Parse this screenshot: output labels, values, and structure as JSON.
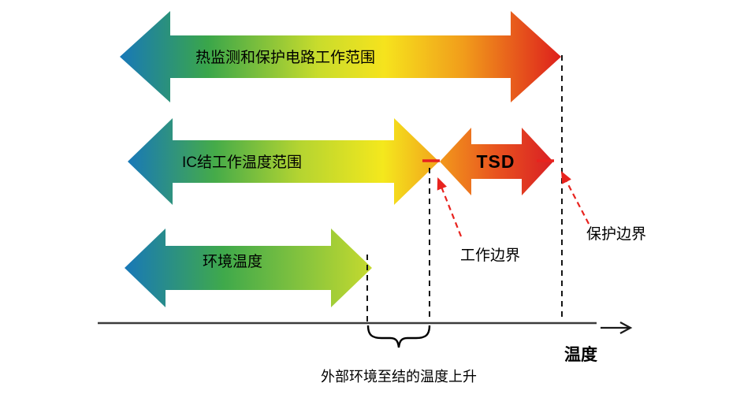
{
  "arrows": {
    "thermal": {
      "label": "热监测和保护电路工作范围",
      "gradient": [
        "#1878b8",
        "#3aa64a",
        "#c9dc2c",
        "#f6e31d",
        "#f19c1b",
        "#de1f1c"
      ]
    },
    "ic": {
      "label": "IC结工作温度范围",
      "gradient": [
        "#1878b8",
        "#45ab49",
        "#b4d431",
        "#f4e81d",
        "#f2a41c"
      ]
    },
    "tsd": {
      "label": "TSD",
      "gradient": [
        "#f2991c",
        "#e8531f",
        "#d91f24"
      ]
    },
    "ambient": {
      "label": "环境温度",
      "gradient": [
        "#1878b8",
        "#3fa94b",
        "#8cc63c",
        "#c6da2e"
      ]
    }
  },
  "annotations": {
    "operating_boundary": "工作边界",
    "protection_boundary": "保护边界"
  },
  "axis": {
    "label": "温度"
  },
  "caption": "外部环境至结的温度上升",
  "colors": {
    "boundary_marker": "#e8231e",
    "annotation_arrow": "#e8231e",
    "dashed_guide": "#141414",
    "axis_line": "#3c3c3c",
    "text": "#000000",
    "background": "#ffffff"
  }
}
